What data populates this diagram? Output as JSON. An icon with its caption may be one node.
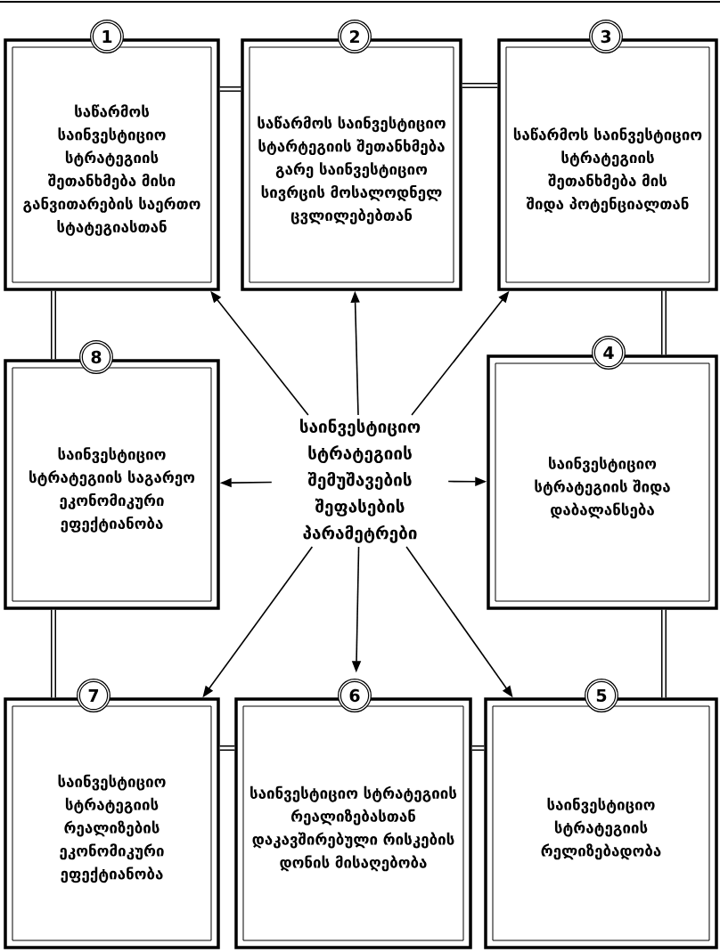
{
  "diagram": {
    "nodes": [
      {
        "text": [
          "1",
          "საწარმოს საინვესტიციო სტრატეგიის შეთანხმება მისი განვითარების საერთო სტატეგიასთან"
        ]
      },
      {
        "text": [
          "2",
          "საწარმოს საინვესტიციო სტარტეგიის შეთანხმება გარე საინვესტიციო სივრცის მოსალოდნელ ცვლილებებთან"
        ]
      },
      {
        "text": [
          "3",
          "საწარმოს საინვესტიციო სტრატეგიის შეთანხმება მის შიდა პოტენციალთან"
        ]
      },
      {
        "text": [
          "4",
          "საინვესტიციო სტრატეგიის შიდა დაბალანსება"
        ]
      },
      {
        "text": [
          "5",
          "საინვესტიციო სტრატეგიის რელიზებადობა"
        ]
      },
      {
        "text": [
          "6",
          "საინვესტიციო სტრატეგიის რეალიზებასთან დაკავშირებული რისკების დონის მისაღებობა"
        ]
      },
      {
        "text": [
          "7",
          "საინვესტიციო სტრატეგიის რეალიზების ეკონომიკური ეფექტიანობა"
        ]
      },
      {
        "text": [
          "8",
          "საინვესტიციო სტრატეგიის საგარეო ეკონომიკური ეფექტიანობა"
        ]
      },
      {
        "text": [
          "საინვესტიციო სტრატეგიის შემუშავების შეფასების პარამეტრები"
        ]
      }
    ],
    "edges": [
      {
        "from": 0,
        "to": 1,
        "arrow": "none",
        "style": "thick"
      },
      {
        "from": 1,
        "to": 2,
        "arrow": "none",
        "style": "thick"
      },
      {
        "from": 2,
        "to": 3,
        "arrow": "none",
        "style": "thick"
      },
      {
        "from": 3,
        "to": 4,
        "arrow": "none",
        "style": "thick"
      },
      {
        "from": 4,
        "to": 5,
        "arrow": "none",
        "style": "thick"
      },
      {
        "from": 5,
        "to": 6,
        "arrow": "none",
        "style": "thick"
      },
      {
        "from": 6,
        "to": 7,
        "arrow": "none",
        "style": "thick"
      },
      {
        "from": 7,
        "to": 0,
        "arrow": "none",
        "style": "thick"
      },
      {
        "from": 8,
        "to": 0,
        "arrow": "to"
      },
      {
        "from": 8,
        "to": 1,
        "arrow": "to"
      },
      {
        "from": 8,
        "to": 2,
        "arrow": "to"
      },
      {
        "from": 8,
        "to": 3,
        "arrow": "to"
      },
      {
        "from": 8,
        "to": 4,
        "arrow": "to"
      },
      {
        "from": 8,
        "to": 5,
        "arrow": "to"
      },
      {
        "from": 8,
        "to": 6,
        "arrow": "to"
      },
      {
        "from": 8,
        "to": 7,
        "arrow": "to"
      }
    ]
  }
}
